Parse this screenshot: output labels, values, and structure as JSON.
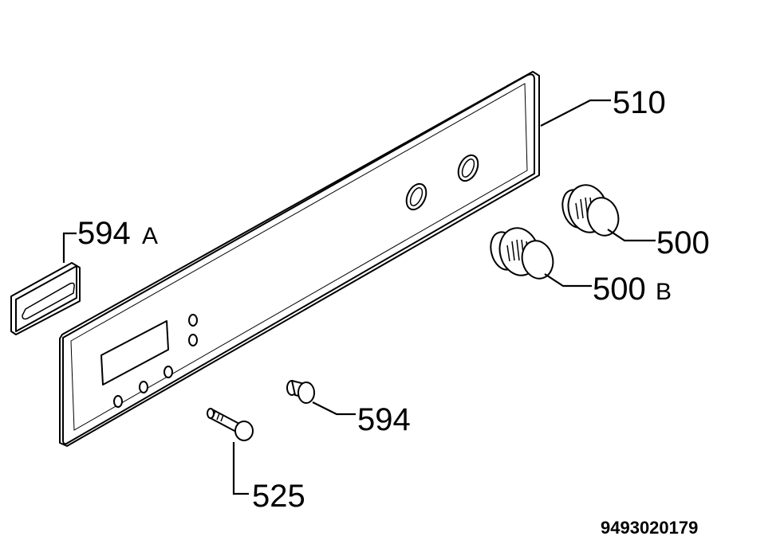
{
  "labels": {
    "panel": "510",
    "knob": "500",
    "knob_b_num": "500",
    "knob_b_suffix": "B",
    "clip_a_num": "594",
    "clip_a_suffix": "A",
    "clip": "594",
    "screw": "525"
  },
  "reference_code": "9493020179"
}
